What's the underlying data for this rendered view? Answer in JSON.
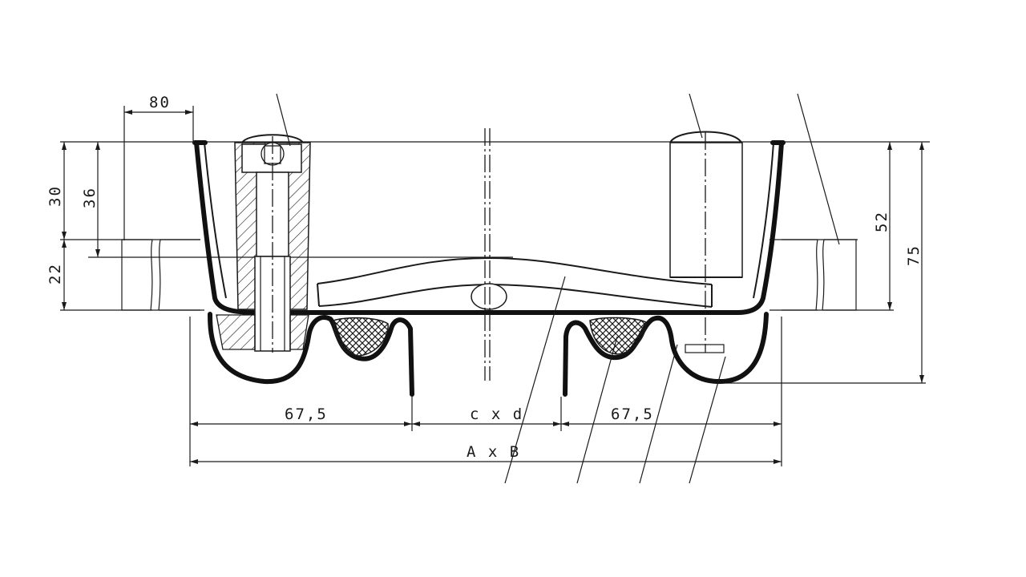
{
  "dimensions": {
    "top_width": "80",
    "height_30": "30",
    "height_36": "36",
    "height_22": "22",
    "height_52": "52",
    "height_75": "75",
    "left_offset": "67,5",
    "inner_size": "c x d",
    "right_offset": "67,5",
    "outer_size": "A x B"
  },
  "colors": {
    "line": "#1a1a1a",
    "background": "#ffffff"
  }
}
